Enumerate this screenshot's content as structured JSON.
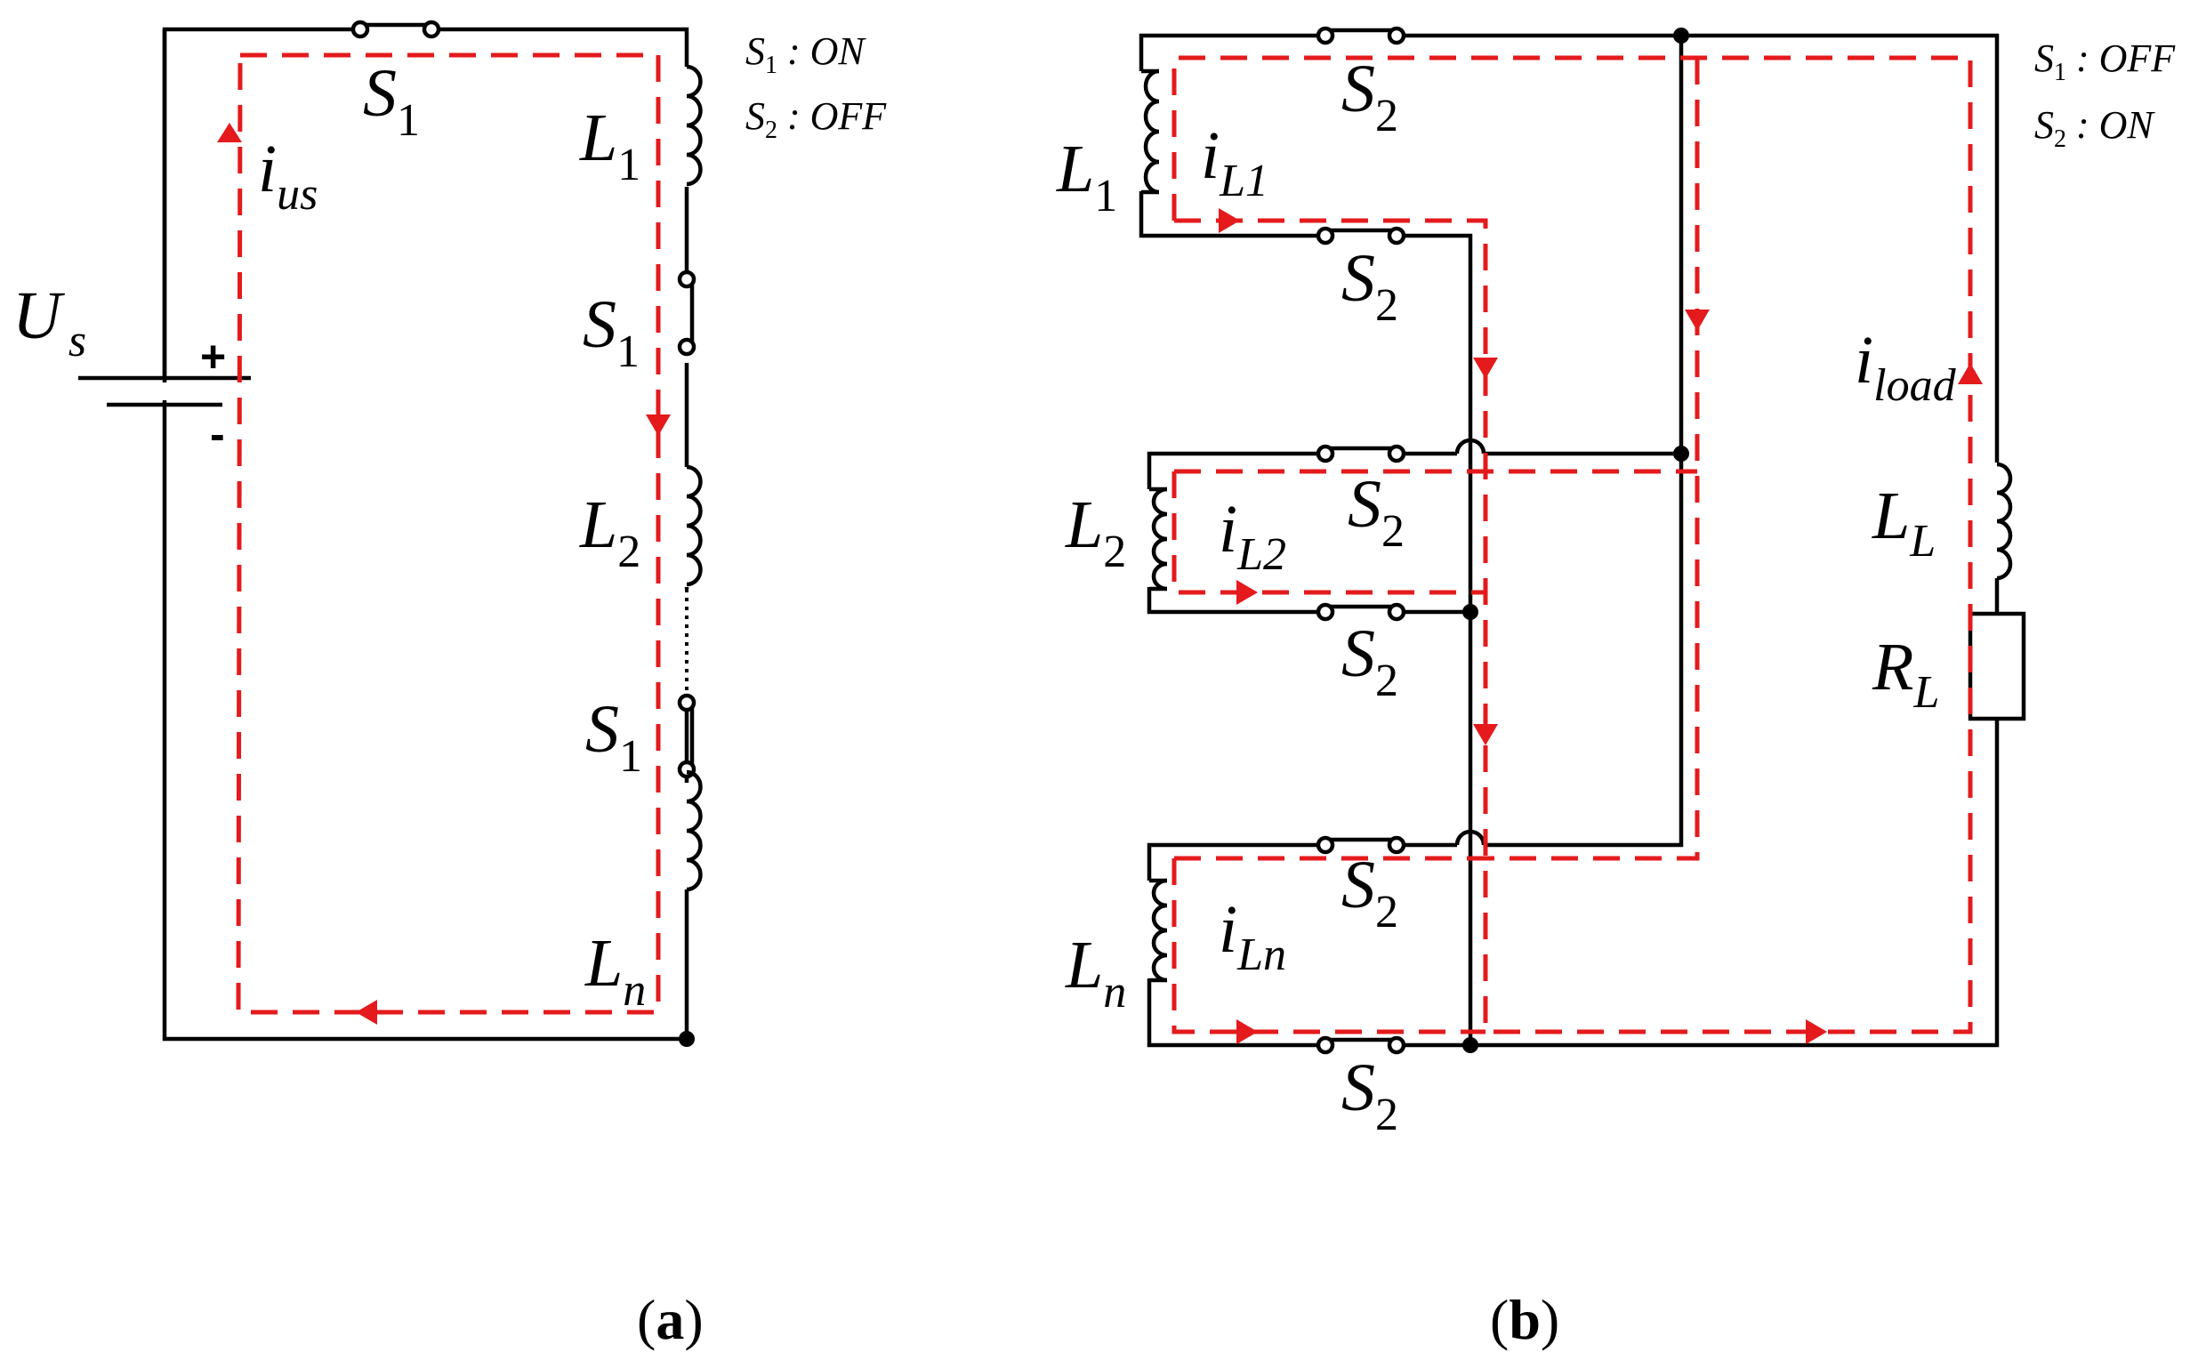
{
  "panels": {
    "a": {
      "caption_open": "(",
      "caption_letter": "a",
      "caption_close": ")",
      "state": [
        {
          "main": "S",
          "sub": "1",
          "rest": " : ON"
        },
        {
          "main": "S",
          "sub": "2",
          "rest": " : OFF"
        }
      ],
      "source": {
        "main": "U",
        "sub": "s",
        "plus": "+",
        "minus": "-"
      },
      "current": {
        "main": "i",
        "sub": "us"
      },
      "switch_top": {
        "main": "S",
        "sub": "1"
      },
      "components": [
        {
          "main": "L",
          "sub": "1"
        },
        {
          "main": "S",
          "sub": "1"
        },
        {
          "main": "L",
          "sub": "2"
        },
        {
          "main": "S",
          "sub": "1"
        },
        {
          "main": "L",
          "sub": "n"
        }
      ]
    },
    "b": {
      "caption_open": "(",
      "caption_letter": "b",
      "caption_close": ")",
      "state": [
        {
          "main": "S",
          "sub": "1",
          "rest": " : OFF"
        },
        {
          "main": "S",
          "sub": "2",
          "rest": " : ON"
        }
      ],
      "inductors": [
        {
          "main": "L",
          "sub": "1",
          "current_main": "i",
          "current_sub": "L1"
        },
        {
          "main": "L",
          "sub": "2",
          "current_main": "i",
          "current_sub": "L2"
        },
        {
          "main": "L",
          "sub": "n",
          "current_main": "i",
          "current_sub": "Ln"
        }
      ],
      "switch_label": {
        "main": "S",
        "sub": "2"
      },
      "load": {
        "current_main": "i",
        "current_sub": "load",
        "inductor_main": "L",
        "inductor_sub": "L",
        "resistor_main": "R",
        "resistor_sub": "L"
      }
    }
  },
  "colors": {
    "wire": "#000000",
    "current_path": "#e41a1c"
  }
}
